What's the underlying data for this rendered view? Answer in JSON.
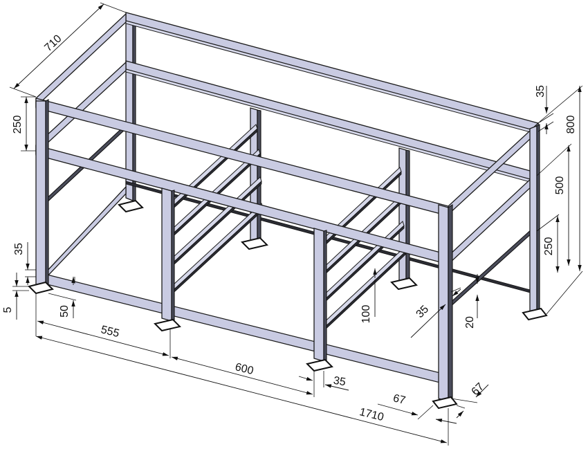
{
  "drawing": {
    "type": "isometric technical drawing",
    "subject": "steel rack frame with shelf rails",
    "colors": {
      "beam_face": "#c9cbe2",
      "beam_shadow": "#4a4c5a",
      "outline": "#1a1a1a",
      "background": "#ffffff"
    }
  },
  "dimensions": {
    "depth_top": "710",
    "top_tier_height_left": "250",
    "bottom_beam_height": "35",
    "foot_plate_thickness": "5",
    "bottom_beam_offset": "50",
    "bay1_length": "555",
    "bay2_length": "600",
    "post_width_front": "35",
    "overall_length": "1710",
    "foot_offset_x": "67",
    "foot_offset_y": "67",
    "top_beam_height": "35",
    "overall_height": "800",
    "middle_tier_height": "500",
    "lower_tier_height": "250",
    "rail_spacing": "100",
    "post_width_side": "35",
    "rail_height": "20"
  }
}
